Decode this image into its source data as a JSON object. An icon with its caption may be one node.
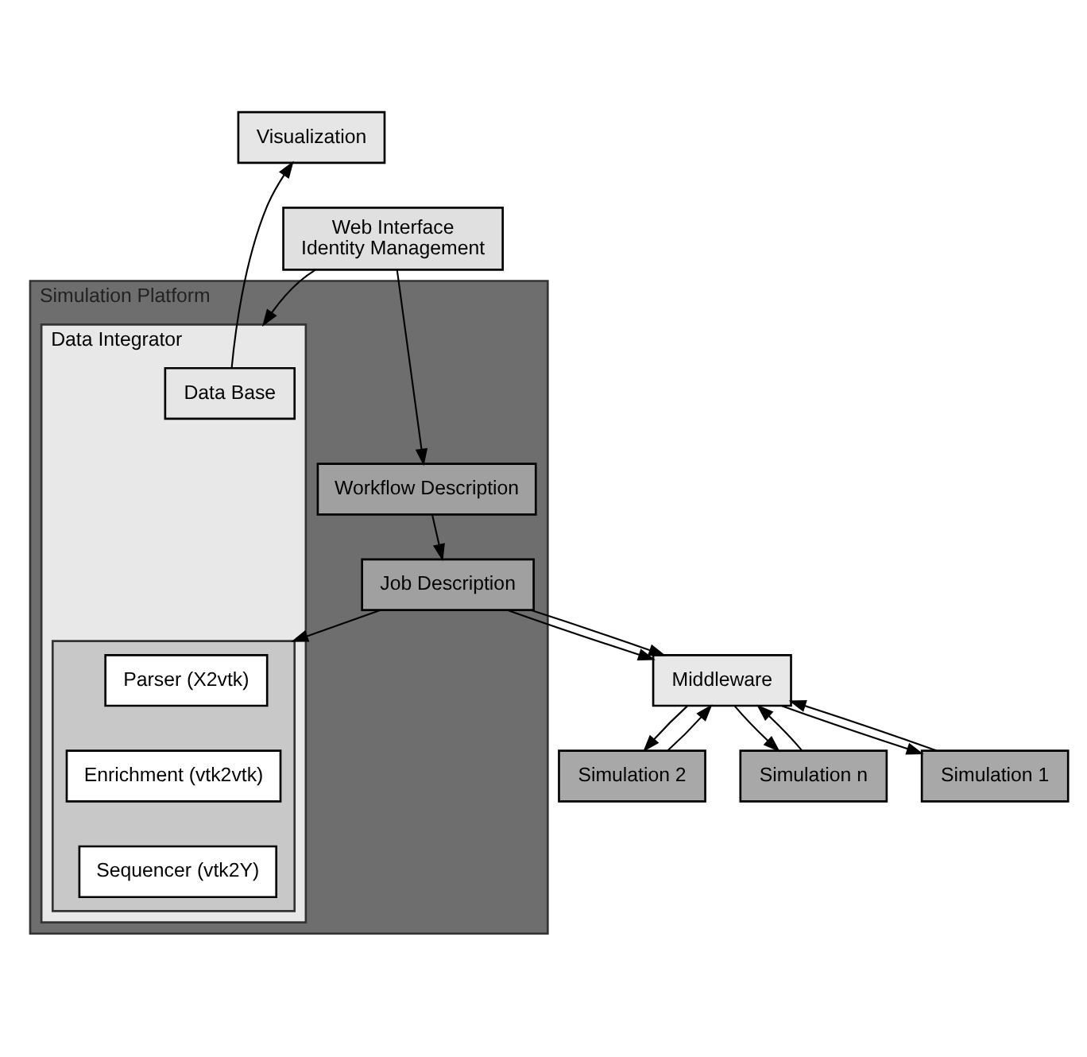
{
  "diagram": {
    "nodes": [
      {
        "text": [
          "Simulation Platform"
        ]
      },
      {
        "text": [
          "Visualization"
        ]
      },
      {
        "text": [
          "Web Interface",
          "Identity Management"
        ]
      },
      {
        "text": [
          "Data Integrator"
        ],
        "in": 0
      },
      {
        "text": [
          "Data Base"
        ],
        "in": 3
      },
      {
        "text": [],
        "shape": "box",
        "in": 3
      },
      {
        "text": [
          "Parser (X2vtk)"
        ],
        "in": 5
      },
      {
        "text": [
          "Enrichment (vtk2vtk)"
        ],
        "in": 5
      },
      {
        "text": [
          "Sequencer (vtk2Y)"
        ],
        "in": 5
      },
      {
        "text": [
          "Workflow Description"
        ],
        "in": 0
      },
      {
        "text": [
          "Job Description"
        ],
        "in": 0
      },
      {
        "text": [
          "Middleware"
        ]
      },
      {
        "text": [
          "Simulation 1"
        ]
      },
      {
        "text": [
          "Simulation 2"
        ]
      },
      {
        "text": [
          "Simulation n"
        ]
      }
    ],
    "edges": [
      {
        "from": 4,
        "to": 1,
        "arrow": "to"
      },
      {
        "from": 2,
        "to": 3,
        "arrow": "to"
      },
      {
        "from": 2,
        "to": 9,
        "arrow": "to"
      },
      {
        "from": 9,
        "to": 10,
        "arrow": "to"
      },
      {
        "from": 10,
        "to": 11,
        "arrow": "to"
      },
      {
        "from": 10,
        "to": 5,
        "arrow": "to"
      },
      {
        "from": 10,
        "to": 11,
        "arrow": "to"
      },
      {
        "from": 11,
        "to": 12,
        "arrow": "to"
      },
      {
        "from": 12,
        "to": 11,
        "arrow": "to"
      },
      {
        "from": 11,
        "to": 13,
        "arrow": "to"
      },
      {
        "from": 13,
        "to": 11,
        "arrow": "to"
      },
      {
        "from": 11,
        "to": 14,
        "arrow": "to"
      },
      {
        "from": 14,
        "to": 11,
        "arrow": "to"
      }
    ]
  }
}
